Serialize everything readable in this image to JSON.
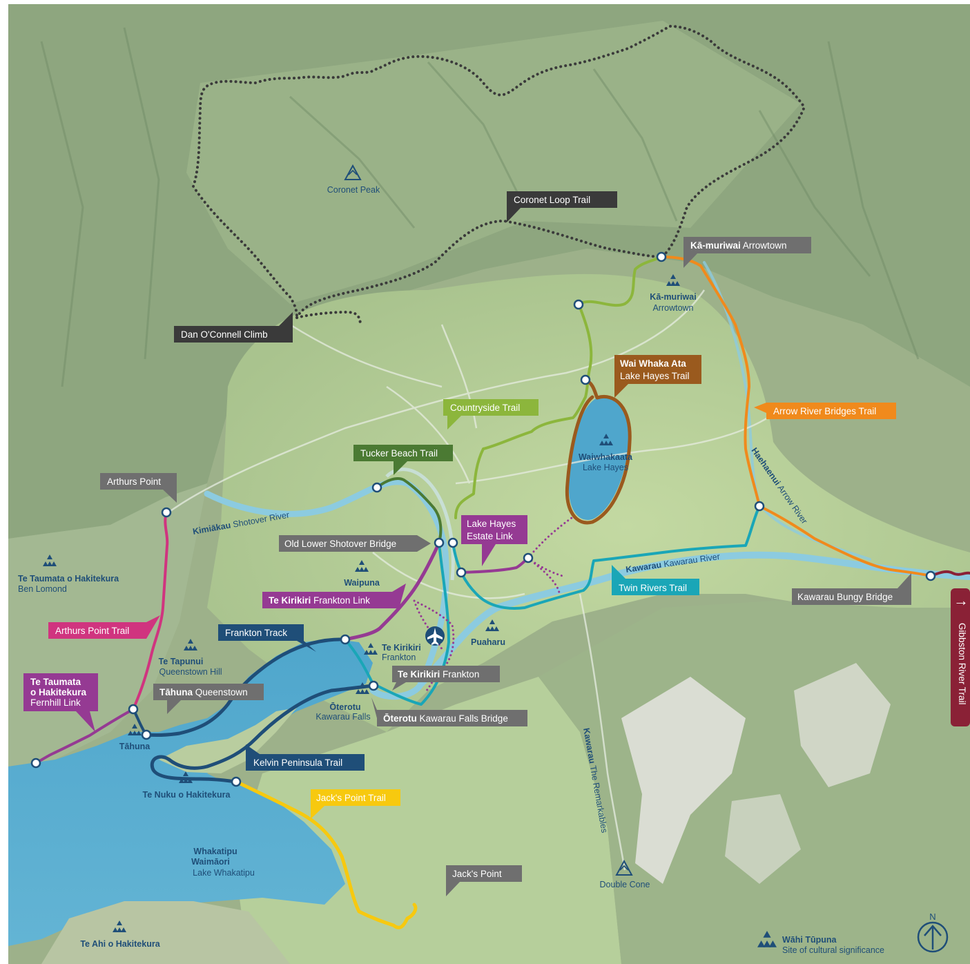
{
  "colors": {
    "land": "#cfd8bd",
    "valley": "#b9d29c",
    "mountain_dark": "#7f9a77",
    "mountain_mid": "#a4b58f",
    "snow": "#e7e6e1",
    "water": "#5aaed0",
    "river": "#8ccbe0",
    "navy": "#1f4e78",
    "label_grey": "#6f6f6f",
    "label_dark": "#3b3b3b",
    "gibbston_tab": "#8a2136"
  },
  "trails": [
    {
      "id": "coronet-loop",
      "label": "Coronet Loop Trail",
      "color": "#3a3a3a",
      "dotted": true
    },
    {
      "id": "dan-oconnell",
      "label": "Dan O'Connell Climb",
      "color": "#3a3a3a",
      "dotted": true
    },
    {
      "id": "countryside",
      "label": "Countryside Trail",
      "color": "#8cb63c"
    },
    {
      "id": "tucker-beach",
      "label": "Tucker Beach Trail",
      "color": "#4b7a33"
    },
    {
      "id": "lake-hayes",
      "label_bold": "Wai Whaka Ata",
      "label_sub": "Lake Hayes Trail",
      "color": "#9a5a1e"
    },
    {
      "id": "arrow-river-bridges",
      "label": "Arrow River Bridges Trail",
      "color": "#f08a1c"
    },
    {
      "id": "twin-rivers",
      "label": "Twin Rivers Trail",
      "color": "#1aa6b7"
    },
    {
      "id": "lake-hayes-estate-link",
      "label_line1": "Lake Hayes",
      "label_line2": "Estate Link",
      "color": "#953a93"
    },
    {
      "id": "frankton-link",
      "label_bold": "Te Kirikiri",
      "label_rest": "Frankton Link",
      "color": "#953a93"
    },
    {
      "id": "frankton-track",
      "label": "Frankton Track",
      "color": "#1f4e78"
    },
    {
      "id": "arthurs-point",
      "label": "Arthurs Point Trail",
      "color": "#d0347f"
    },
    {
      "id": "fernhill-link",
      "label_bold_1": "Te Taumata",
      "label_bold_2": "o Hakitekura",
      "label_sub": "Fernhill Link",
      "color": "#953a93"
    },
    {
      "id": "kelvin-peninsula",
      "label": "Kelvin Peninsula Trail",
      "color": "#1f4e78"
    },
    {
      "id": "jacks-point",
      "label": "Jack's Point Trail",
      "color": "#f7c90f"
    }
  ],
  "callouts": {
    "arrowtown": {
      "bold": "Kā-muriwai",
      "rest": "Arrowtown"
    },
    "arthurs_point": "Arthurs Point",
    "old_lower_shotover": "Old Lower Shotover Bridge",
    "kawarau_bungy": "Kawarau Bungy Bridge",
    "queenstown": {
      "bold": "Tāhuna",
      "rest": "Queenstown"
    },
    "frankton": {
      "bold": "Te Kirikiri",
      "rest": "Frankton"
    },
    "kawarau_falls": {
      "bold": "Ōterotu",
      "rest": "Kawarau Falls Bridge"
    },
    "jacks_point": "Jack's Point"
  },
  "places": {
    "coronet_peak": "Coronet Peak",
    "double_cone": "Double Cone",
    "arrowtown": {
      "name": "Kā-muriwai",
      "sub": "Arrowtown"
    },
    "lake_hayes": {
      "name": "Waiwhakaata",
      "sub": "Lake Hayes"
    },
    "ben_lomond": {
      "name": "Te Taumata o Hakitekura",
      "sub": "Ben Lomond"
    },
    "waipuna": "Waipuna",
    "queenstown_hill": {
      "name": "Te Tapunui",
      "sub": "Queenstown Hill"
    },
    "frankton": {
      "name": "Te Kirikiri",
      "sub": "Frankton"
    },
    "puaharu": "Puaharu",
    "tahuna": "Tāhuna",
    "kawarau_falls": {
      "name": "Ōterotu",
      "sub": "Kawarau Falls"
    },
    "te_nuku": "Te Nuku o Hakitekura",
    "lake_whakatipu": {
      "name1": "Whakatipu",
      "name2": "Waimāori",
      "sub": "Lake Whakatipu"
    },
    "te_ahi": "Te Ahi o Hakitekura"
  },
  "rivers": {
    "shotover": {
      "bold": "Kimiākau",
      "rest": "Shotover River"
    },
    "kawarau": {
      "bold": "Kawarau",
      "rest": "Kawarau River"
    },
    "arrow": {
      "bold": "Haehaenui",
      "rest": "Arrow River"
    },
    "remarkables": {
      "bold": "Kawarau",
      "rest": "The Remarkables"
    }
  },
  "gibbston_tab": {
    "label": "Gibbston River Trail",
    "arrow": "→"
  },
  "legend": {
    "title": "Wāhi Tūpuna",
    "subtitle": "Site of cultural significance",
    "icon": "wahi-tupuna-icon"
  },
  "north_arrow": {
    "label": "N"
  },
  "icons": [
    "airport-icon",
    "peak-icon",
    "wahi-tupuna-icon",
    "trailhead-icon",
    "north-arrow-icon"
  ]
}
